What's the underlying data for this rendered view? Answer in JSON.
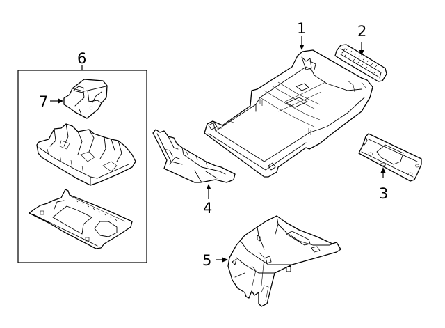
{
  "diagram": {
    "type": "exploded-parts-diagram",
    "callouts": [
      {
        "id": 1,
        "label": "1"
      },
      {
        "id": 2,
        "label": "2"
      },
      {
        "id": 3,
        "label": "3"
      },
      {
        "id": 4,
        "label": "4"
      },
      {
        "id": 5,
        "label": "5"
      },
      {
        "id": 6,
        "label": "6"
      },
      {
        "id": 7,
        "label": "7"
      }
    ],
    "colors": {
      "line": "#000000",
      "background": "#ffffff"
    }
  }
}
